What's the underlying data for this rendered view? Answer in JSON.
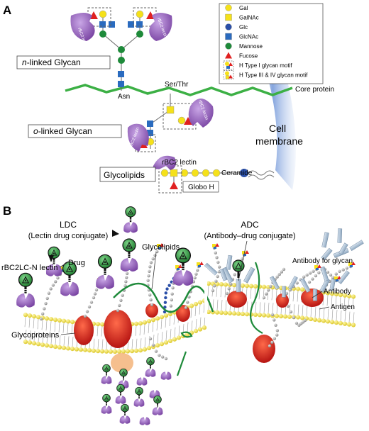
{
  "panel_a": {
    "label": "A",
    "n_linked": "n-linked Glycan",
    "o_linked": "o-linked Glycan",
    "glycolipids": "Glycolipids",
    "asn": "Asn",
    "ser_thr": "Ser/Thr",
    "core_protein": "Core protein",
    "cell_membrane_1": "Cell",
    "cell_membrane_2": "membrane",
    "ceramide": "Ceramide",
    "globo_h": "Globo  H",
    "lectin": "rBC2 lectin",
    "lectin_tag": "rBC2 lectin"
  },
  "legend": {
    "items": [
      {
        "label": "Gal",
        "shape": "circle",
        "color": "#f5e11a"
      },
      {
        "label": "GalNAc",
        "shape": "square",
        "color": "#f5e11a"
      },
      {
        "label": "Glc",
        "shape": "circle",
        "color": "#2a4fa8"
      },
      {
        "label": "GlcNAc",
        "shape": "square",
        "color": "#2a6bbf"
      },
      {
        "label": "Mannose",
        "shape": "circle",
        "color": "#1e8a3a"
      },
      {
        "label": "Fucose",
        "shape": "triangle",
        "color": "#e02020"
      },
      {
        "label": "H Type I glycan motif",
        "shape": "motif1"
      },
      {
        "label": "H Type III & IV glycan motif",
        "shape": "motif2"
      }
    ]
  },
  "panel_b": {
    "label": "B",
    "ldc_title": "LDC",
    "ldc_sub": "(Lectin drug conjugate)",
    "adc_title": "ADC",
    "adc_sub": "(Antibody–drug conjugate)",
    "rbc2lcn": "rBC2LC-N lectin",
    "drug": "Drug",
    "glycolipids": "Glycolipids",
    "glycoproteins": "Glycoproteins",
    "antibody_for_glycan": "Antibody for glycan",
    "antibody": "Antibody",
    "antigen": "Antigen"
  },
  "colors": {
    "gal": "#f5e11a",
    "glc": "#2a4fa8",
    "glcnac": "#2a6bbf",
    "mannose": "#1e8a3a",
    "fucose": "#e02020",
    "lectin": "#8e5bb5",
    "core_protein": "#3cb045",
    "membrane_head": "#f2e23a"
  }
}
